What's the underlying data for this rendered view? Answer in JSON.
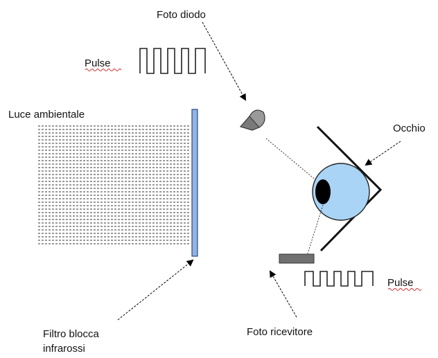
{
  "labels": {
    "foto_diodo": "Foto diodo",
    "pulse_top": "Pulse",
    "luce_ambientale": "Luce ambientale",
    "occhio": "Occhio",
    "pulse_bottom": "Pulse",
    "filtro_line1": "Filtro blocca",
    "filtro_line2": "infrarossi",
    "foto_ricevitore": "Foto ricevitore"
  },
  "colors": {
    "eyeball": "#a9d4f5",
    "filter": "#8fb3e3",
    "receiver": "#707070",
    "pupil": "#000000",
    "squiggle": "#d03030"
  },
  "icons": {
    "photodiode": "photodiode-icon",
    "receiver": "receiver-icon",
    "eye": "eye-icon"
  }
}
